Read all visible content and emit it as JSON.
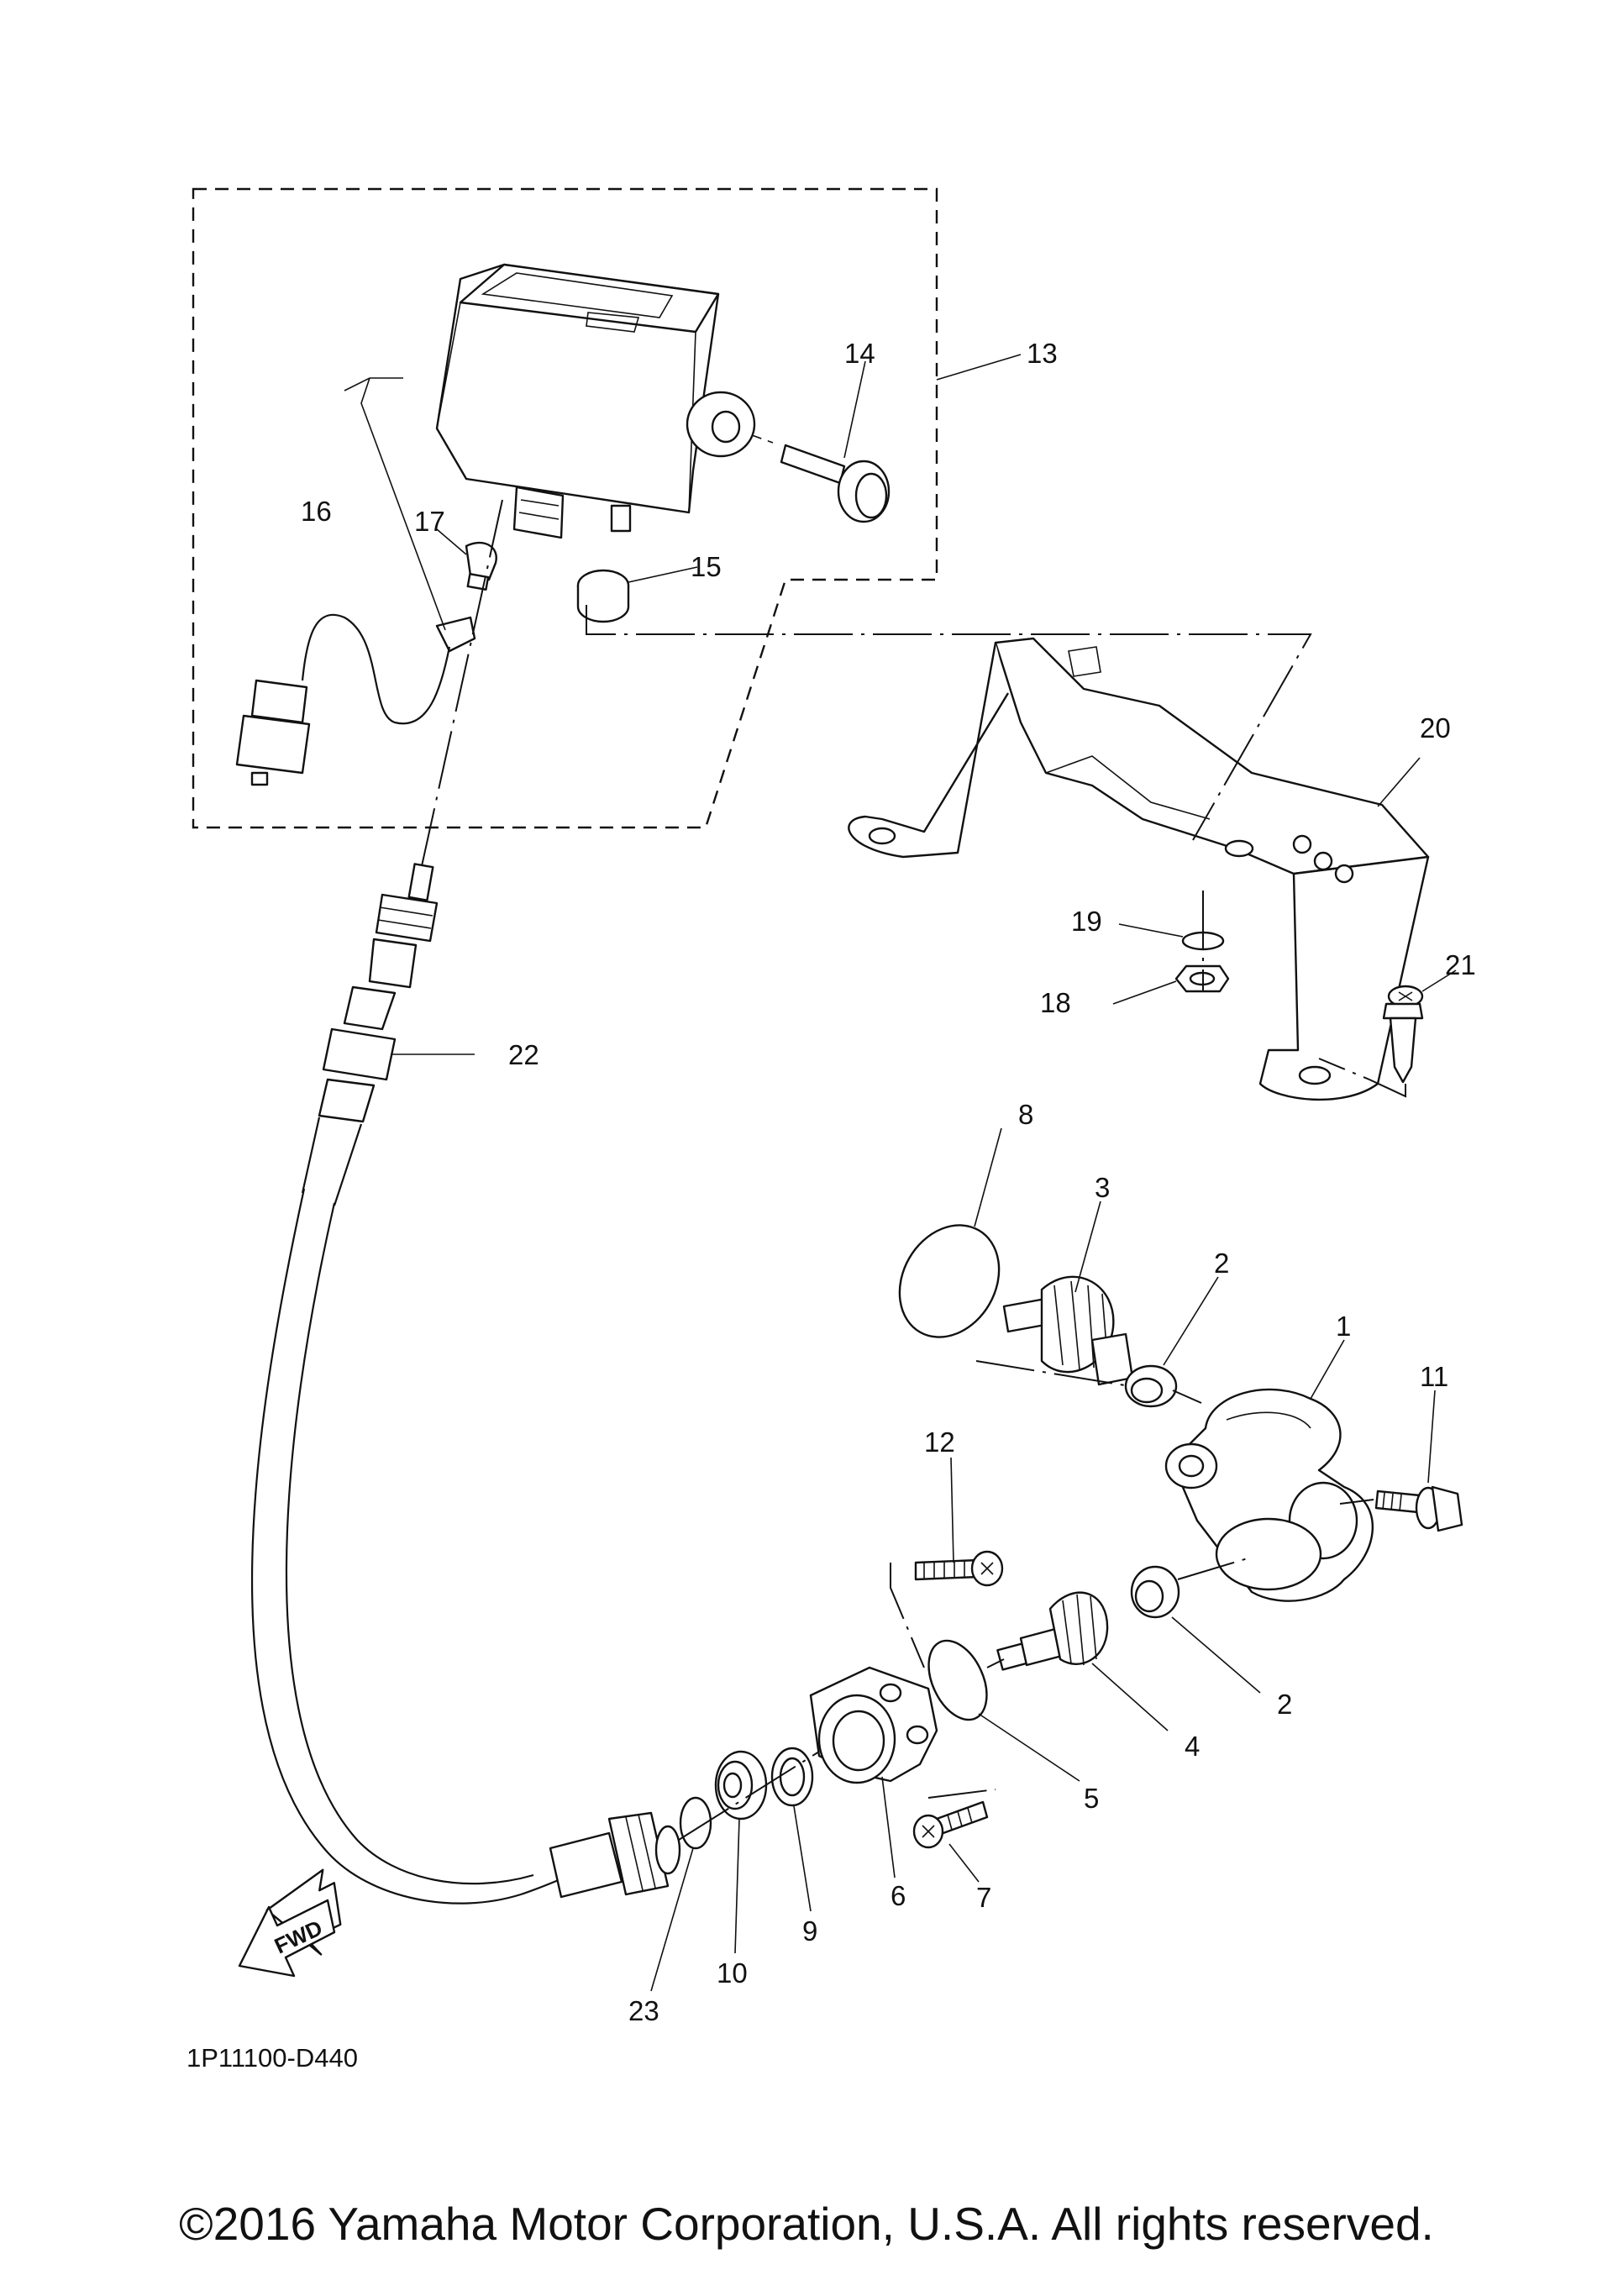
{
  "diagram": {
    "drawing_code": "1P11100-D440",
    "fwd_marker": "FWD",
    "copyright": "©2016 Yamaha Motor Corporation, U.S.A. All rights reserved.",
    "callouts": [
      "1",
      "2",
      "2",
      "3",
      "4",
      "5",
      "6",
      "7",
      "8",
      "9",
      "10",
      "11",
      "12",
      "13",
      "14",
      "15",
      "16",
      "17",
      "18",
      "19",
      "20",
      "21",
      "22",
      "23"
    ]
  }
}
